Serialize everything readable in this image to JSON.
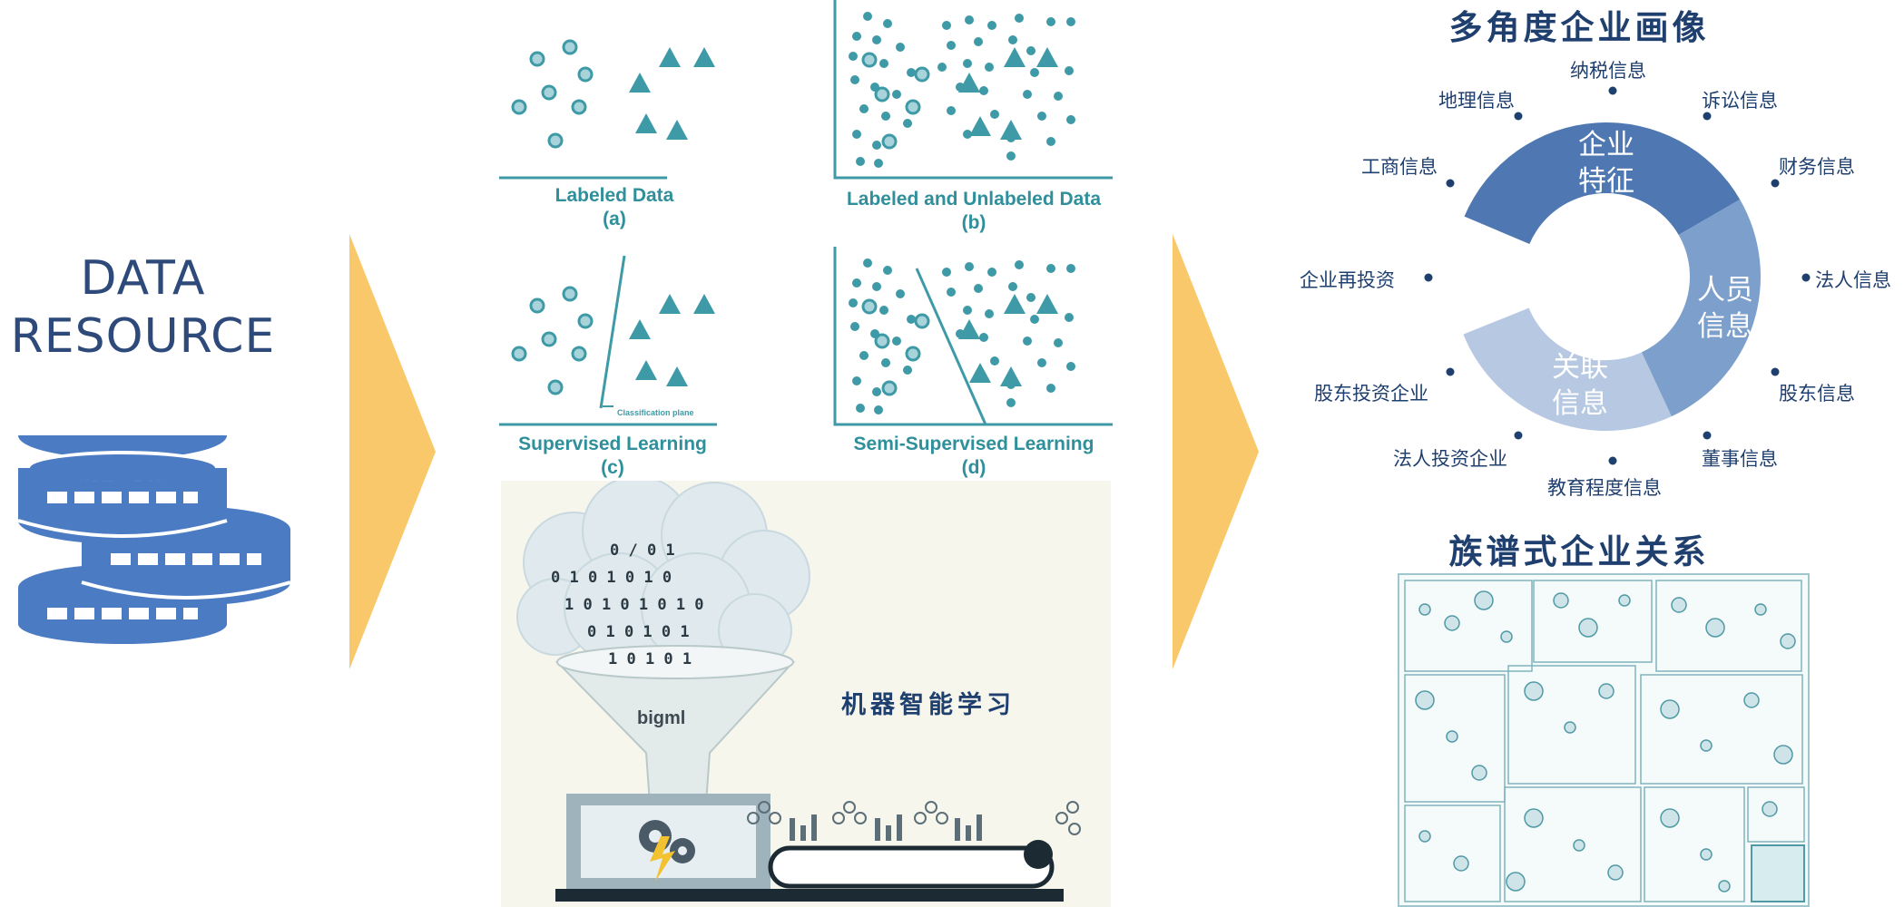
{
  "resource": {
    "line1": "DATA",
    "line2": "RESOURCE"
  },
  "ml_panels": [
    {
      "caption": "Labeled Data",
      "tag": "(a)"
    },
    {
      "caption": "Labeled and Unlabeled Data",
      "tag": "(b)"
    },
    {
      "caption": "Supervised Learning",
      "tag": "(c)",
      "plane_label": "Classification plane"
    },
    {
      "caption": "Semi-Supervised Learning",
      "tag": "(d)"
    }
  ],
  "funnel": {
    "label": "机器智能学习",
    "logo": "bigml",
    "binary_rows": [
      "0 / 0 1",
      "0 1 0 1 0 1 0",
      "1 0 1 0 1 0 1 0",
      "0 1 0 1 0 1",
      "1 0 1 0 1"
    ]
  },
  "portrait": {
    "title": "多角度企业画像",
    "segments": [
      {
        "line1": "企业",
        "line2": "特征"
      },
      {
        "line1": "人员",
        "line2": "信息"
      },
      {
        "line1": "关联",
        "line2": "信息"
      }
    ],
    "attributes": [
      "纳税信息",
      "诉讼信息",
      "财务信息",
      "法人信息",
      "股东信息",
      "董事信息",
      "教育程度信息",
      "法人投资企业",
      "股东投资企业",
      "企业再投资",
      "工商信息",
      "地理信息"
    ]
  },
  "tree": {
    "title": "族谱式企业关系"
  },
  "colors": {
    "arrow": "#f8c86a",
    "stack": "#4a7bc3",
    "teal": "#3e9aa6",
    "seg1": "#4f78b2",
    "seg2": "#7d9fcb",
    "seg3": "#b7c9e2",
    "navy": "#1f3f6e"
  }
}
